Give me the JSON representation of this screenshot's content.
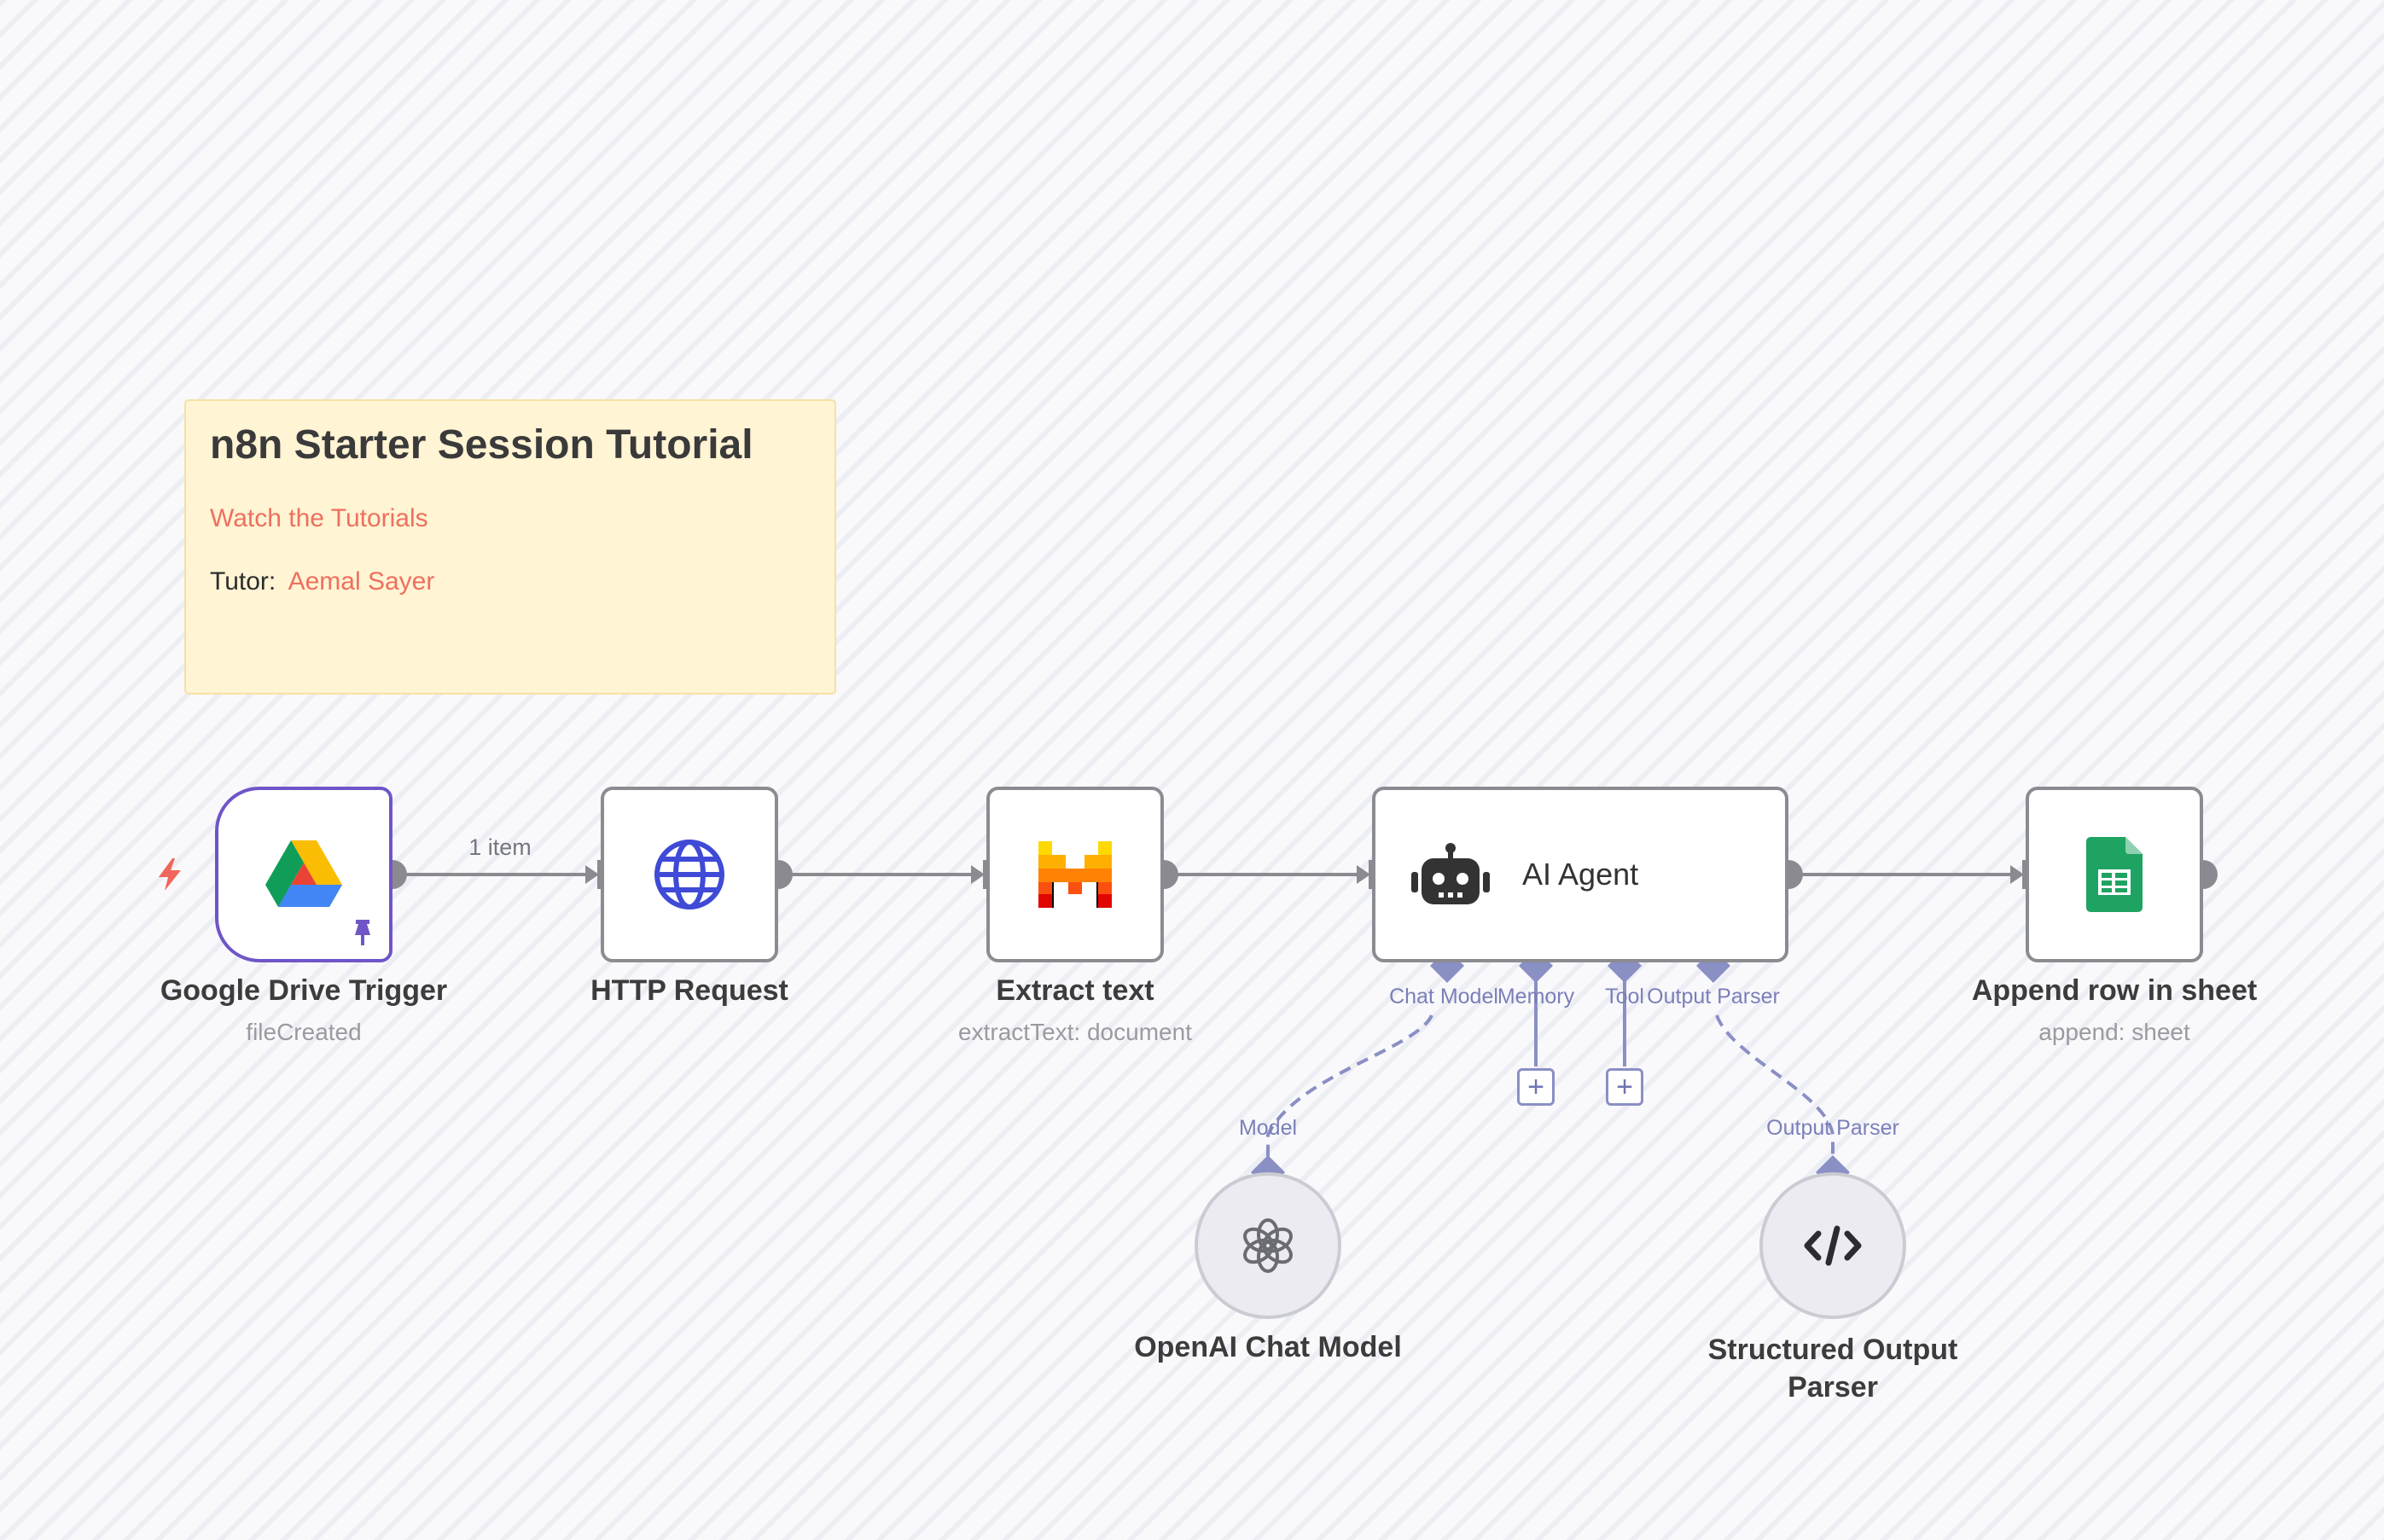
{
  "sticky": {
    "title": "n8n Starter Session Tutorial",
    "link_tutorials": "Watch the Tutorials",
    "tutor_prefix": "Tutor:",
    "tutor_name": "Aemal Sayer"
  },
  "edges": {
    "trigger_to_http": "1 item"
  },
  "nodes": {
    "google_drive_trigger": {
      "label": "Google Drive Trigger",
      "subtitle": "fileCreated",
      "icon": "google-drive-icon"
    },
    "http_request": {
      "label": "HTTP Request",
      "icon": "globe-icon"
    },
    "extract_text": {
      "label": "Extract text",
      "subtitle": "extractText: document",
      "icon": "mistral-icon"
    },
    "ai_agent": {
      "label": "AI Agent",
      "icon": "robot-icon",
      "ports": [
        "Chat Model",
        "Memory",
        "Tool",
        "Output Parser"
      ]
    },
    "append_row": {
      "label": "Append row in sheet",
      "subtitle": "append: sheet",
      "icon": "google-sheets-icon"
    },
    "openai_chat_model": {
      "label": "OpenAI Chat Model",
      "port_label": "Model",
      "icon": "openai-icon"
    },
    "structured_output_parser": {
      "label": "Structured Output Parser",
      "port_label": "Output Parser",
      "icon": "code-icon"
    }
  },
  "colors": {
    "accent": "#6f55c7",
    "port": "#8a8fc4",
    "link": "#ef6f5e",
    "sticky": "#fff4d4"
  }
}
